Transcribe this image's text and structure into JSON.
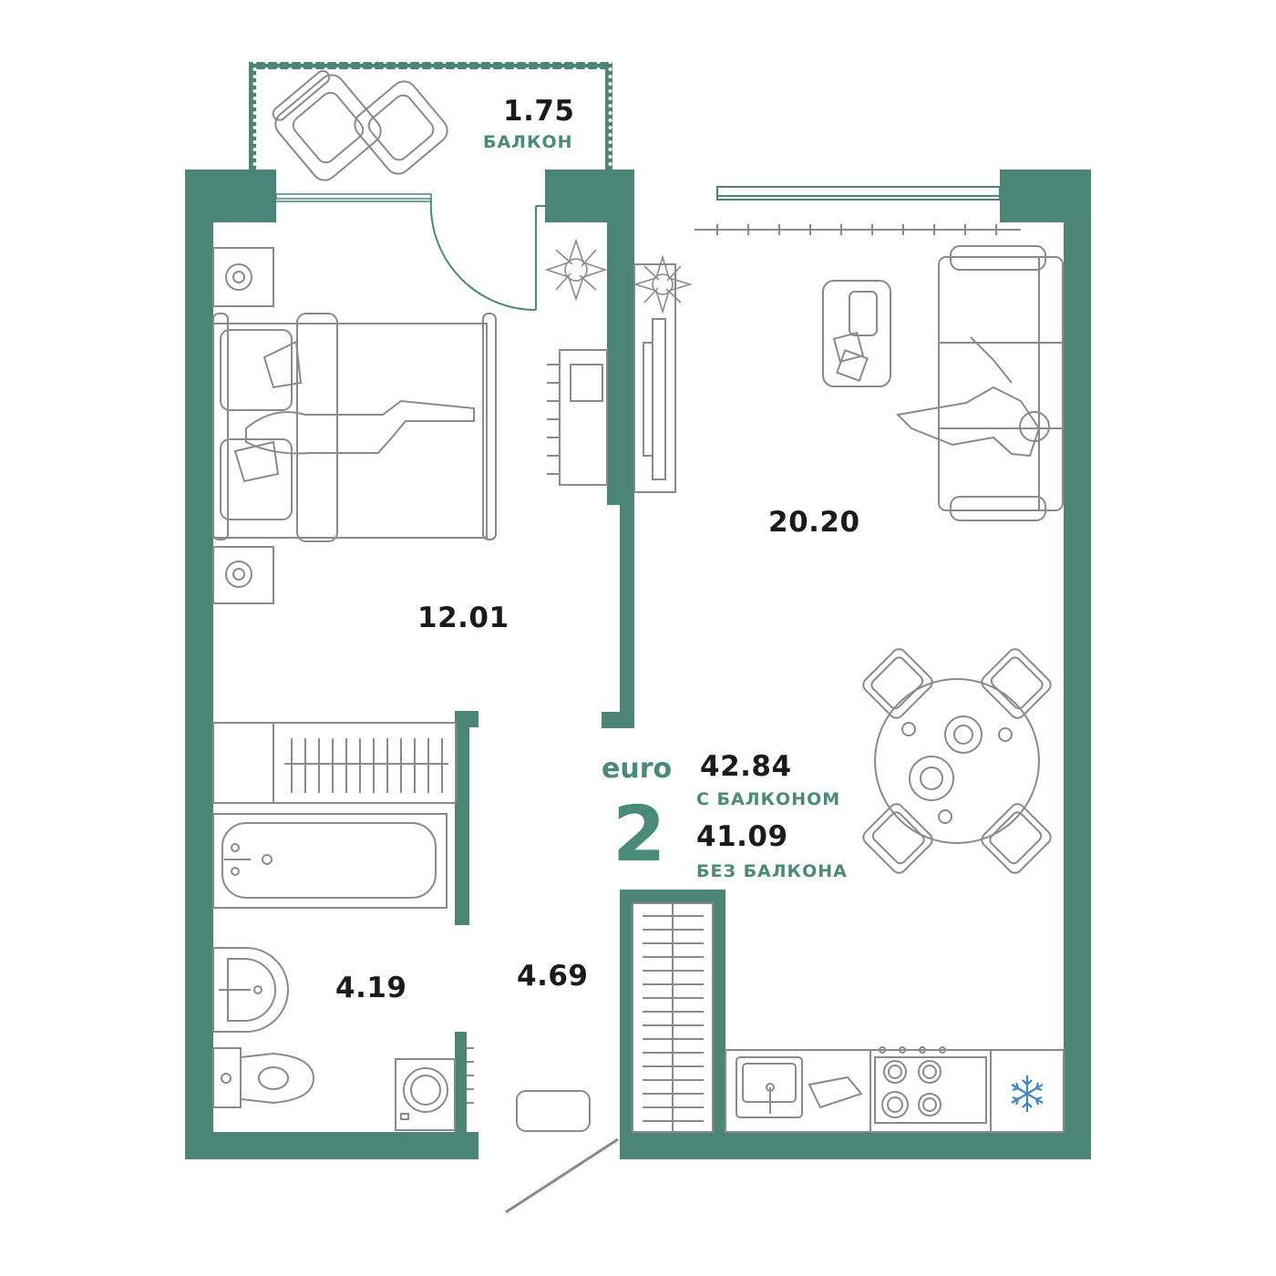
{
  "colors": {
    "wall": "#4a8577",
    "line": "#8a8a8a",
    "accent": "#4a8a79",
    "snow": "#3e86c8",
    "text": "#1b1b1b"
  },
  "rooms": {
    "balcony_area": "1.75",
    "balcony_name": "БАЛКОН",
    "bedroom_area": "12.01",
    "living_area": "20.20",
    "bathroom_area": "4.19",
    "hall_area": "4.69"
  },
  "summary": {
    "type_label": "euro",
    "rooms_count": "2",
    "total_with_balcony": "42.84",
    "with_balcony_label": "С БАЛКОНОМ",
    "total_without_balcony": "41.09",
    "without_balcony_label": "БЕЗ БАЛКОНА"
  },
  "icons": [
    "sofa-icon",
    "bed-icon",
    "dining-table-icon",
    "bathtub-icon",
    "toilet-icon",
    "sink-icon",
    "washing-machine-icon",
    "stove-icon",
    "kitchen-sink-icon",
    "snowflake-icon",
    "plant-icon",
    "tv-icon",
    "armchair-icon",
    "radiator-icon"
  ]
}
